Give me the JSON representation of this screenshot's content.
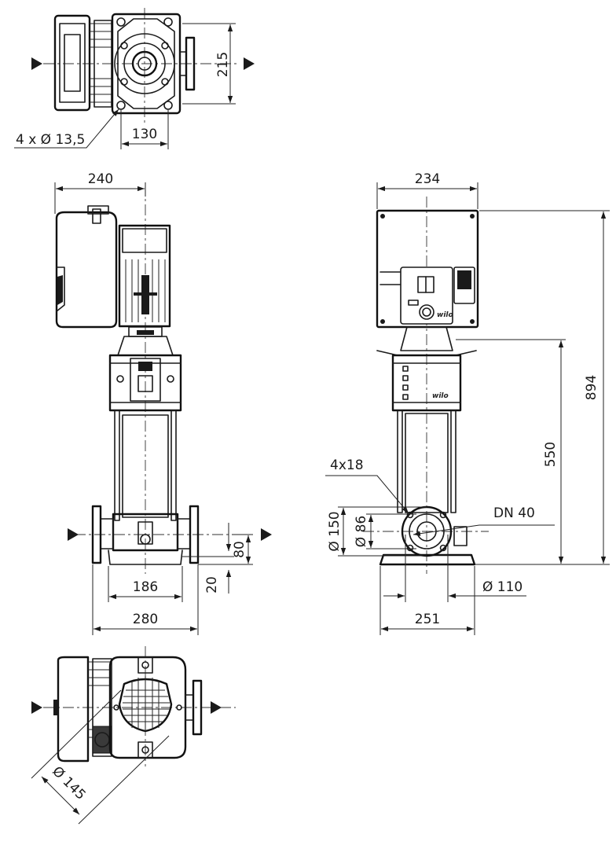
{
  "top_view": {
    "mounting_holes": "4 x Ø 13,5",
    "width": "130",
    "depth": "215"
  },
  "front_view": {
    "motor_offset": "240",
    "flange_centers": "186",
    "overall_width": "280",
    "inlet_height": "80",
    "base_height": "20"
  },
  "side_view": {
    "motor_width": "234",
    "overall_height": "894",
    "outlet_height": "550",
    "flange_holes": "4x18",
    "flange_outer_dia": "Ø 150",
    "flange_bore_dia": "Ø 86",
    "nominal_diameter": "DN 40",
    "bolt_circle": "Ø 110",
    "base_width": "251",
    "brand": "wilo"
  },
  "bottom_view": {
    "base_diameter": "Ø 145"
  }
}
